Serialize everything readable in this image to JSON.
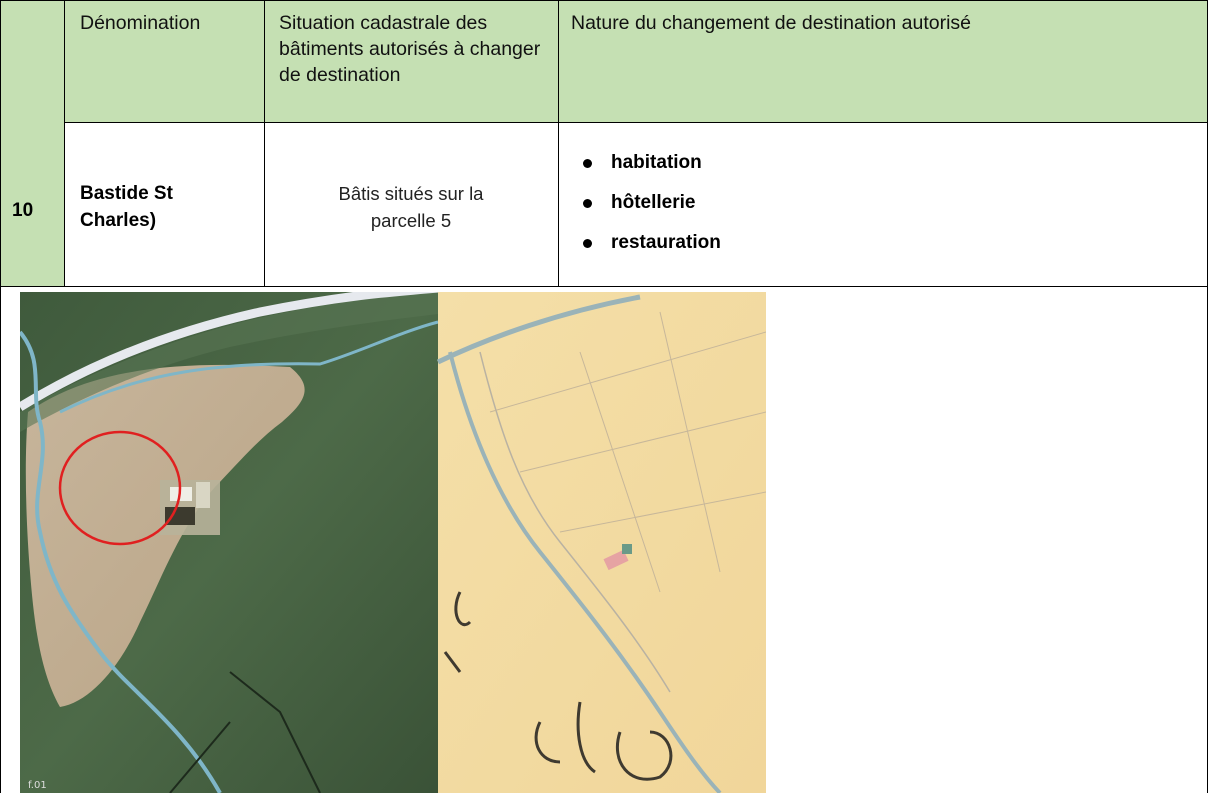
{
  "table": {
    "headers": [
      "",
      "Dénomination",
      "Situation cadastrale des bâtiments autorisés à changer de destination",
      "Nature du changement de destination autorisé"
    ],
    "row": {
      "number": "10",
      "name_line1": "Bastide St",
      "name_line2": "Charles)",
      "situation_line1": "Bâtis situés sur la",
      "situation_line2": "parcelle 5",
      "nature": [
        "habitation",
        "hôtellerie",
        "restauration"
      ]
    }
  },
  "map": {
    "corner_label": "f.01",
    "colors": {
      "header_green": "#c5e0b3",
      "circle_red": "#e02020",
      "river_blue": "#7fb6c8"
    }
  }
}
